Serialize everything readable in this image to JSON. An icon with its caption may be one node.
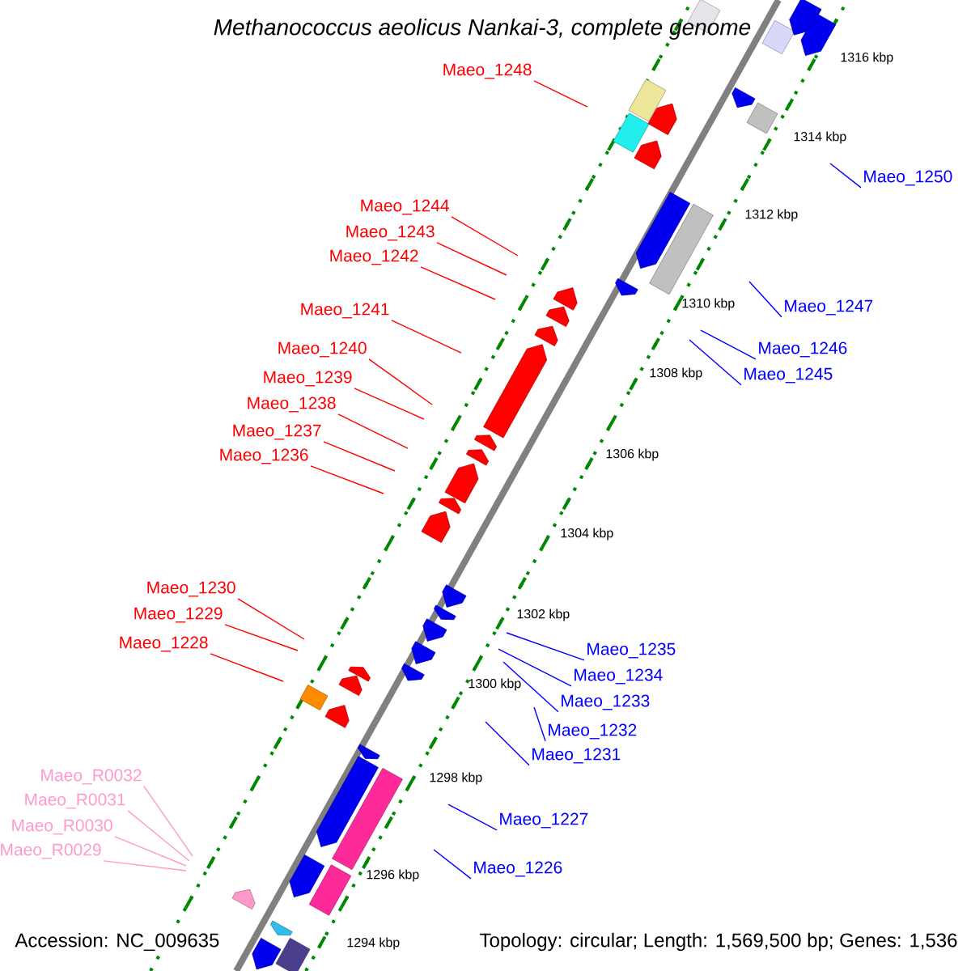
{
  "diagram": {
    "title": "Methanococcus aeolicus Nankai-3, complete genome",
    "nodes": [
      {
        "text": [
          "Maeo_1248"
        ]
      },
      {
        "text": [
          "Maeo_1250"
        ]
      },
      {
        "text": [
          "Maeo_1244"
        ]
      },
      {
        "text": [
          "Maeo_1243"
        ]
      },
      {
        "text": [
          "Maeo_1242"
        ]
      },
      {
        "text": [
          "Maeo_1247"
        ]
      },
      {
        "text": [
          "Maeo_1241"
        ]
      },
      {
        "text": [
          "Maeo_1240"
        ]
      },
      {
        "text": [
          "Maeo_1246"
        ]
      },
      {
        "text": [
          "Maeo_1245"
        ]
      },
      {
        "text": [
          "Maeo_1239"
        ]
      },
      {
        "text": [
          "Maeo_1238"
        ]
      },
      {
        "text": [
          "Maeo_1237"
        ]
      },
      {
        "text": [
          "Maeo_1236"
        ]
      },
      {
        "text": [
          "Maeo_1230"
        ]
      },
      {
        "text": [
          "Maeo_1229"
        ]
      },
      {
        "text": [
          "Maeo_1228"
        ]
      },
      {
        "text": [
          "Maeo_1235"
        ]
      },
      {
        "text": [
          "Maeo_1234"
        ]
      },
      {
        "text": [
          "Maeo_1233"
        ]
      },
      {
        "text": [
          "Maeo_1232"
        ]
      },
      {
        "text": [
          "Maeo_1231"
        ]
      },
      {
        "text": [
          "Maeo_R0032"
        ]
      },
      {
        "text": [
          "Maeo_R0031"
        ]
      },
      {
        "text": [
          "Maeo_1227"
        ]
      },
      {
        "text": [
          "Maeo_R0030"
        ]
      },
      {
        "text": [
          "Maeo_R0029"
        ]
      },
      {
        "text": [
          "Maeo_1226"
        ]
      }
    ],
    "edges": [
      {
        "from": 0,
        "to": null,
        "arrow": "none"
      },
      {
        "from": 1,
        "to": null,
        "arrow": "none",
        "color": "#0000ff"
      },
      {
        "from": 2,
        "to": null,
        "arrow": "none"
      },
      {
        "from": 3,
        "to": null,
        "arrow": "none"
      },
      {
        "from": 4,
        "to": null,
        "arrow": "none"
      },
      {
        "from": 5,
        "to": null,
        "arrow": "none",
        "color": "#0000ff"
      },
      {
        "from": 6,
        "to": null,
        "arrow": "none"
      },
      {
        "from": 7,
        "to": null,
        "arrow": "none"
      },
      {
        "from": 8,
        "to": null,
        "arrow": "none",
        "color": "#0000ff"
      },
      {
        "from": 9,
        "to": null,
        "arrow": "none",
        "color": "#0000ff"
      },
      {
        "from": 10,
        "to": null,
        "arrow": "none"
      },
      {
        "from": 11,
        "to": null,
        "arrow": "none"
      },
      {
        "from": 12,
        "to": null,
        "arrow": "none"
      },
      {
        "from": 13,
        "to": null,
        "arrow": "none"
      },
      {
        "from": 14,
        "to": null,
        "arrow": "none"
      },
      {
        "from": 15,
        "to": null,
        "arrow": "none"
      },
      {
        "from": 16,
        "to": null,
        "arrow": "none"
      },
      {
        "from": 17,
        "to": null,
        "arrow": "none",
        "color": "#0000ff"
      },
      {
        "from": 18,
        "to": null,
        "arrow": "none",
        "color": "#0000ff"
      },
      {
        "from": 19,
        "to": null,
        "arrow": "none",
        "color": "#0000ff"
      },
      {
        "from": 20,
        "to": null,
        "arrow": "none",
        "color": "#0000ff"
      },
      {
        "from": 21,
        "to": null,
        "arrow": "none",
        "color": "#0000ff"
      },
      {
        "from": 22,
        "to": null,
        "arrow": "none",
        "color": "#ff99cc"
      },
      {
        "from": 23,
        "to": null,
        "arrow": "none",
        "color": "#ff99cc"
      },
      {
        "from": 24,
        "to": null,
        "arrow": "none",
        "color": "#0000ff"
      },
      {
        "from": 25,
        "to": null,
        "arrow": "none",
        "color": "#ff99cc"
      },
      {
        "from": 26,
        "to": null,
        "arrow": "none",
        "color": "#ff99cc"
      },
      {
        "from": 27,
        "to": null,
        "arrow": "none",
        "color": "#0000ff"
      }
    ],
    "labels": [
      "1316 kbp",
      "1314 kbp",
      "1312 kbp",
      "1310 kbp",
      "1308 kbp",
      "1306 kbp",
      "1304 kbp",
      "1302 kbp",
      "1300 kbp",
      "1298 kbp",
      "1296 kbp",
      "1294 kbp",
      "Accession: NC_009635",
      "Topology: circular; Length: 1,569,500 bp; Genes: 1,536"
    ]
  }
}
